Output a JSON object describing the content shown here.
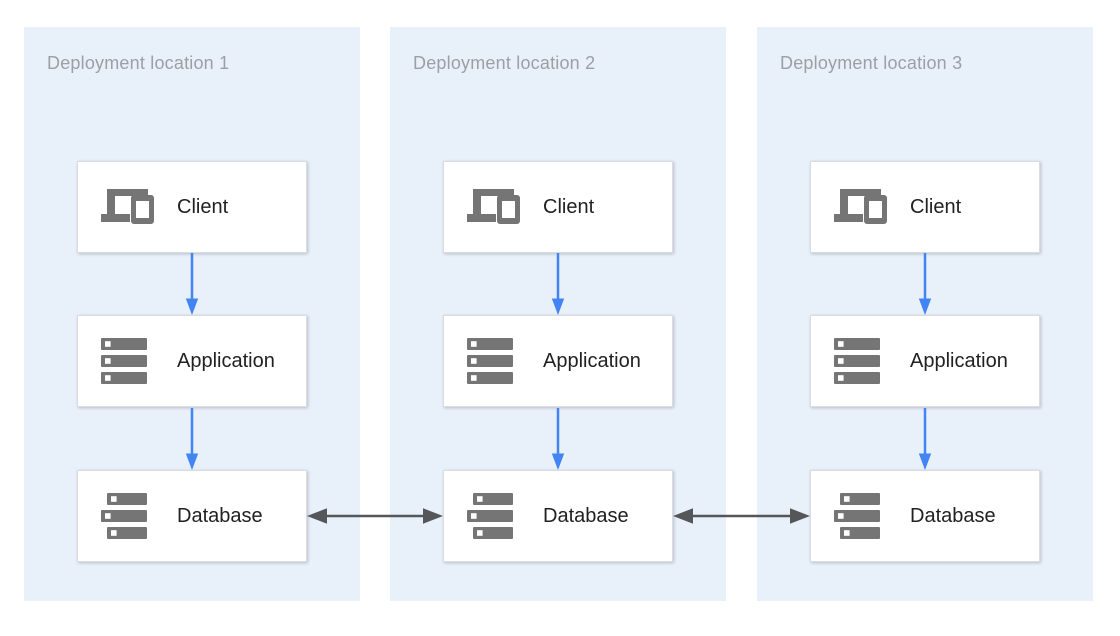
{
  "colors": {
    "zone_background": "#e8f0fa",
    "zone_label_gray": "#9aa0a6",
    "node_background": "#ffffff",
    "node_border": "#d9dce0",
    "node_text": "#212121",
    "icon_gray": "#757575",
    "flow_arrow_blue": "#4284f4",
    "replication_arrow_gray": "#55565a"
  },
  "diagram": {
    "locations": [
      {
        "label": "Deployment location 1",
        "nodes": [
          {
            "label": "Client",
            "icon": "devices-icon"
          },
          {
            "label": "Application",
            "icon": "server-stack-icon"
          },
          {
            "label": "Database",
            "icon": "database-stack-icon"
          }
        ]
      },
      {
        "label": "Deployment location 2",
        "nodes": [
          {
            "label": "Client",
            "icon": "devices-icon"
          },
          {
            "label": "Application",
            "icon": "server-stack-icon"
          },
          {
            "label": "Database",
            "icon": "database-stack-icon"
          }
        ]
      },
      {
        "label": "Deployment location 3",
        "nodes": [
          {
            "label": "Client",
            "icon": "devices-icon"
          },
          {
            "label": "Application",
            "icon": "server-stack-icon"
          },
          {
            "label": "Database",
            "icon": "database-stack-icon"
          }
        ]
      }
    ],
    "connections": {
      "vertical_flow_per_location": [
        "Client → Application",
        "Application → Database"
      ],
      "horizontal_replication": [
        "Database 1 ↔ Database 2",
        "Database 2 ↔ Database 3"
      ]
    }
  }
}
